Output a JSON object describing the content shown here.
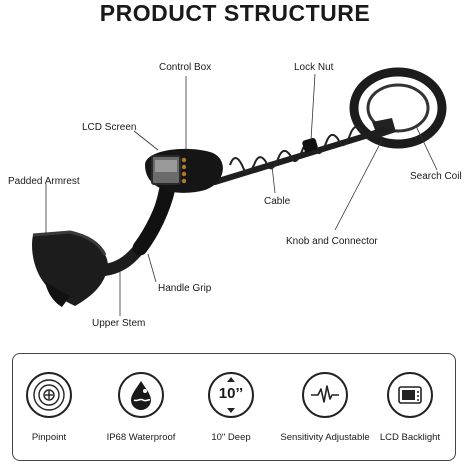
{
  "title": "PRODUCT STRUCTURE",
  "labels": {
    "control_box": "Control Box",
    "lock_nut": "Lock Nut",
    "lcd_screen": "LCD Screen",
    "padded_armrest": "Padded Armrest",
    "search_coil": "Search Coil",
    "cable": "Cable",
    "knob_connector": "Knob and Connector",
    "handle_grip": "Handle Grip",
    "upper_stem": "Upper Stem"
  },
  "features": [
    {
      "label": "Pinpoint",
      "icon": "target-icon"
    },
    {
      "label": "IP68 Waterproof",
      "icon": "water-drop-icon"
    },
    {
      "label": "10\" Deep",
      "icon": "depth-icon",
      "icon_text": "10’’"
    },
    {
      "label": "Sensitivity Adjustable",
      "icon": "signal-wave-icon"
    },
    {
      "label": "LCD Backlight",
      "icon": "screen-icon"
    }
  ]
}
